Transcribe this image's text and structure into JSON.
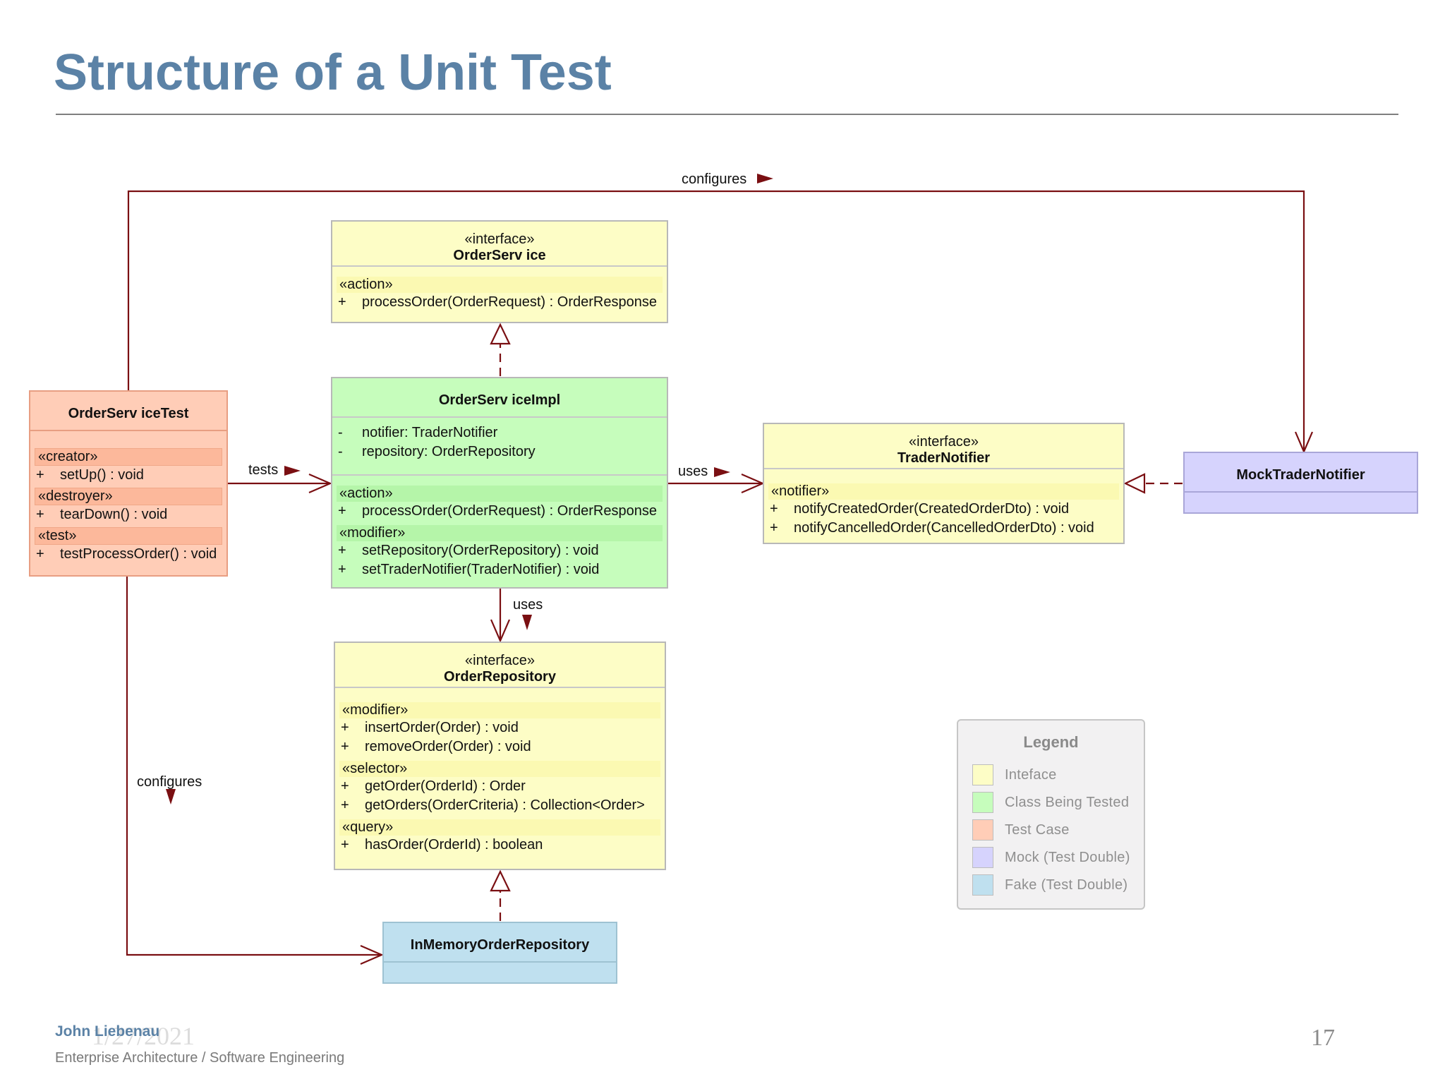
{
  "slide": {
    "title": "Structure of a Unit Test",
    "footer_author": "John Liebenau",
    "footer_date": "1/27/2021",
    "footer_subtitle": "Enterprise Architecture / Software Engineering",
    "page_number": "17"
  },
  "classes": {
    "order_service": {
      "stereotype": "«interface»",
      "name": "OrderServ ice",
      "groups": [
        {
          "stereotype": "«action»",
          "members": [
            {
              "vis": "+",
              "sig": "processOrder(OrderRequest) : OrderResponse"
            }
          ]
        }
      ]
    },
    "order_service_impl": {
      "name": "OrderServ iceImpl",
      "attributes": [
        {
          "vis": "-",
          "sig": "notifier:  TraderNotifier"
        },
        {
          "vis": "-",
          "sig": "repository:  OrderRepository"
        }
      ],
      "groups": [
        {
          "stereotype": "«action»",
          "members": [
            {
              "vis": "+",
              "sig": "processOrder(OrderRequest) : OrderResponse"
            }
          ]
        },
        {
          "stereotype": "«modifier»",
          "members": [
            {
              "vis": "+",
              "sig": "setRepository(OrderRepository) : void"
            },
            {
              "vis": "+",
              "sig": "setTraderNotifier(TraderNotifier) : void"
            }
          ]
        }
      ]
    },
    "order_service_test": {
      "name": "OrderServ iceTest",
      "groups": [
        {
          "stereotype": "«creator»",
          "members": [
            {
              "vis": "+",
              "sig": "setUp() : void"
            }
          ]
        },
        {
          "stereotype": "«destroyer»",
          "members": [
            {
              "vis": "+",
              "sig": "tearDown() : void"
            }
          ]
        },
        {
          "stereotype": "«test»",
          "members": [
            {
              "vis": "+",
              "sig": "testProcessOrder() : void"
            }
          ]
        }
      ]
    },
    "trader_notifier": {
      "stereotype": "«interface»",
      "name": "TraderNotifier",
      "groups": [
        {
          "stereotype": "«notifier»",
          "members": [
            {
              "vis": "+",
              "sig": "notifyCreatedOrder(CreatedOrderDto) : void"
            },
            {
              "vis": "+",
              "sig": "notifyCancelledOrder(CancelledOrderDto) : void"
            }
          ]
        }
      ]
    },
    "mock_trader_notifier": {
      "name": "MockTraderNotifier"
    },
    "order_repository": {
      "stereotype": "«interface»",
      "name": "OrderRepository",
      "groups": [
        {
          "stereotype": "«modifier»",
          "members": [
            {
              "vis": "+",
              "sig": "insertOrder(Order) : void"
            },
            {
              "vis": "+",
              "sig": "removeOrder(Order) : void"
            }
          ]
        },
        {
          "stereotype": "«selector»",
          "members": [
            {
              "vis": "+",
              "sig": "getOrder(OrderId) : Order"
            },
            {
              "vis": "+",
              "sig": "getOrders(OrderCriteria) : Collection<Order>"
            }
          ]
        },
        {
          "stereotype": "«query»",
          "members": [
            {
              "vis": "+",
              "sig": "hasOrder(OrderId) : boolean"
            }
          ]
        }
      ]
    },
    "in_memory_order_repository": {
      "name": "InMemoryOrderRepository"
    }
  },
  "relations": {
    "configures_top": "configures",
    "tests": "tests",
    "uses_notifier": "uses",
    "uses_repository": "uses",
    "configures_bottom": "configures"
  },
  "legend": {
    "title": "Legend",
    "items": [
      {
        "label": "Inteface",
        "color": "#fdfdc6"
      },
      {
        "label": "Class Being Tested",
        "color": "#c6fdbc"
      },
      {
        "label": "Test Case",
        "color": "#ffcdb7"
      },
      {
        "label": "Mock (Test Double)",
        "color": "#d6d3fd"
      },
      {
        "label": "Fake (Test Double)",
        "color": "#bfe0ef"
      }
    ]
  },
  "colors": {
    "title": "#5b82a6",
    "connector": "#7a0f12"
  }
}
